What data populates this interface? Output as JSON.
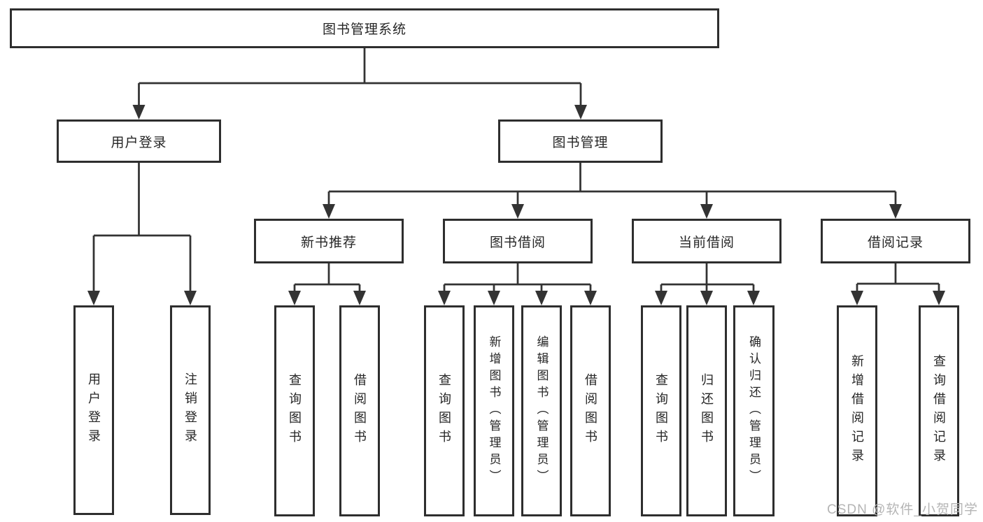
{
  "diagram": {
    "type": "tree",
    "title": "图书管理系统",
    "nodes": {
      "root": {
        "label": "图书管理系统",
        "level": 1
      },
      "userLoginBranch": {
        "label": "用户登录",
        "level": 2
      },
      "bookMgmt": {
        "label": "图书管理",
        "level": 2
      },
      "newBooks": {
        "label": "新书推荐",
        "level": 3
      },
      "bookBorrow": {
        "label": "图书借阅",
        "level": 3
      },
      "currentBorrow": {
        "label": "当前借阅",
        "level": 3
      },
      "borrowRecords": {
        "label": "借阅记录",
        "level": 3
      },
      "login": {
        "label": "用户登录",
        "level": 4
      },
      "logout": {
        "label": "注销登录",
        "level": 4
      },
      "nbQuery": {
        "label": "查询图书",
        "level": 4
      },
      "nbBorrow": {
        "label": "借阅图书",
        "level": 4
      },
      "bbQuery": {
        "label": "查询图书",
        "level": 4
      },
      "bbAdd": {
        "label": "新增图书（管理员）",
        "level": 4
      },
      "bbEdit": {
        "label": "编辑图书（管理员）",
        "level": 4
      },
      "bbBorrow": {
        "label": "借阅图书",
        "level": 4
      },
      "cbQuery": {
        "label": "查询图书",
        "level": 4
      },
      "cbReturn": {
        "label": "归还图书",
        "level": 4
      },
      "cbConfirm": {
        "label": "确认归还（管理员）",
        "level": 4
      },
      "brAdd": {
        "label": "新增借阅记录",
        "level": 4
      },
      "brQuery": {
        "label": "查询借阅记录",
        "level": 4
      }
    },
    "edges": [
      {
        "from": "root",
        "to": [
          "userLoginBranch",
          "bookMgmt"
        ]
      },
      {
        "from": "userLoginBranch",
        "to": [
          "login",
          "logout"
        ]
      },
      {
        "from": "bookMgmt",
        "to": [
          "newBooks",
          "bookBorrow",
          "currentBorrow",
          "borrowRecords"
        ]
      },
      {
        "from": "newBooks",
        "to": [
          "nbQuery",
          "nbBorrow"
        ]
      },
      {
        "from": "bookBorrow",
        "to": [
          "bbQuery",
          "bbAdd",
          "bbEdit",
          "bbBorrow"
        ]
      },
      {
        "from": "currentBorrow",
        "to": [
          "cbQuery",
          "cbReturn",
          "cbConfirm"
        ]
      },
      {
        "from": "borrowRecords",
        "to": [
          "brAdd",
          "brQuery"
        ]
      }
    ]
  },
  "watermark": {
    "text": "CSDN @软件_小贺同学"
  },
  "colors": {
    "line": "#333333",
    "box_border": "#2e2e2e",
    "text": "#262626",
    "background": "#ffffff",
    "watermark": "#b5b5b5"
  }
}
